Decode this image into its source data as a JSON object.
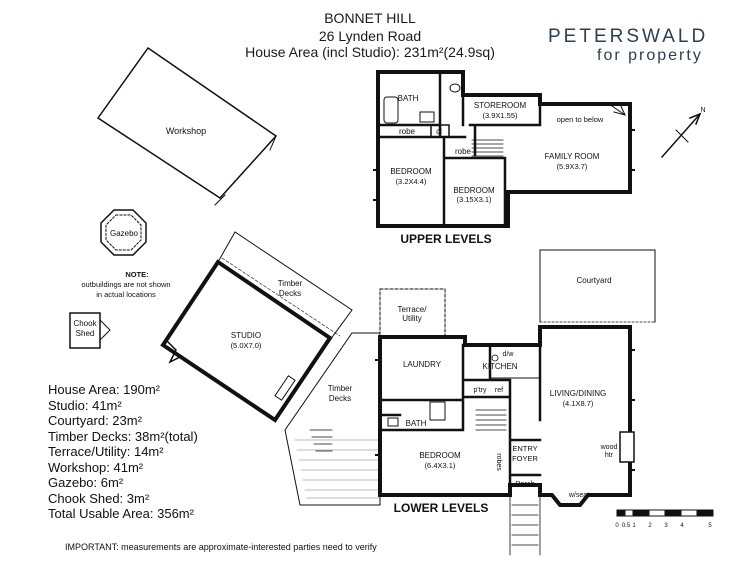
{
  "header": {
    "title": "BONNET HILL",
    "address": "26 Lynden Road",
    "house_area_line": "House Area (incl Studio): 231m²(24.9sq)"
  },
  "brand": {
    "name": "PETERSWALD",
    "tagline": "for property"
  },
  "labels": {
    "bath_upper": "BATH",
    "storeroom": "STOREROOM",
    "storeroom_dim": "(3.9X1.55)",
    "open_to_below": "open to below",
    "robe_1": "robe",
    "cl": "cl",
    "robe_2": "robe",
    "family_room": "FAMILY ROOM",
    "family_room_dim": "(5.9X3.7)",
    "bedroom_upper_1": "BEDROOM",
    "bedroom_upper_1_dim": "(3.2X4.4)",
    "bedroom_upper_2": "BEDROOM",
    "bedroom_upper_2_dim": "(3.15X3.1)",
    "upper_levels": "UPPER LEVELS",
    "workshop": "Workshop",
    "gazebo": "Gazebo",
    "note_title": "NOTE:",
    "note_line1": "outbuildings are not shown",
    "note_line2": "in actual locations",
    "chook_1": "Chook",
    "chook_2": "Shed",
    "timber_decks_1a": "Timber",
    "timber_decks_1b": "Decks",
    "studio": "STUDIO",
    "studio_dim": "(5.0X7.0)",
    "timber_decks_2a": "Timber",
    "timber_decks_2b": "Decks",
    "terrace_1": "Terrace/",
    "terrace_2": "Utility",
    "courtyard": "Courtyard",
    "laundry": "LAUNDRY",
    "dw": "d/w",
    "kitchen": "KITCHEN",
    "ptry": "p'try",
    "ref": "ref",
    "living": "LIVING/DINING",
    "living_dim": "(4.1X8.7)",
    "bath_lower": "BATH",
    "bedroom_lower": "BEDROOM",
    "bedroom_lower_dim": "(6.4X3.1)",
    "robes": "robes",
    "entry_1": "ENTRY",
    "entry_2": "FOYER",
    "wood_1": "wood",
    "wood_2": "htr",
    "porch": "Porch",
    "wseat": "w/seat",
    "lower_levels": "LOWER LEVELS",
    "north": "N"
  },
  "scale": {
    "ticks": [
      "0",
      "0.5",
      "1",
      "2",
      "3",
      "4",
      "5"
    ]
  },
  "stats": [
    "House Area: 190m²",
    "Studio: 41m²",
    "Courtyard: 23m²",
    "Timber Decks: 38m²(total)",
    "Terrace/Utility: 14m²",
    "Workshop: 41m²",
    "Gazebo: 6m²",
    "Chook Shed: 3m²",
    "Total Usable Area: 356m²"
  ],
  "footer": "IMPORTANT: measurements are approximate-interested parties need to verify"
}
